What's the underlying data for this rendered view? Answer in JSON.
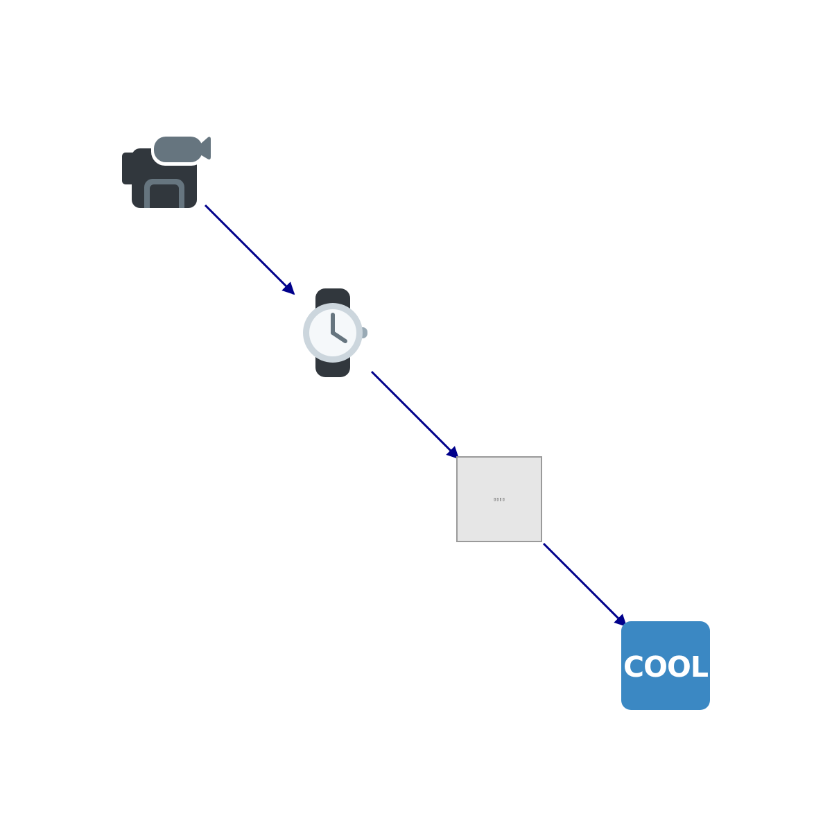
{
  "diagram": {
    "nodes": [
      {
        "id": "camera",
        "icon": "video-camera-icon"
      },
      {
        "id": "watch",
        "icon": "watch-icon"
      },
      {
        "id": "unknown",
        "icon": "missing-glyph-icon",
        "label": "▯▯▯▯"
      },
      {
        "id": "cool",
        "icon": "cool-button-icon",
        "label": "COOL"
      }
    ],
    "edges": [
      {
        "from": "camera",
        "to": "watch"
      },
      {
        "from": "watch",
        "to": "unknown"
      },
      {
        "from": "unknown",
        "to": "cool"
      }
    ],
    "colors": {
      "edge": "#00008b",
      "cool_bg": "#3b88c3",
      "camera_dark": "#31373d",
      "camera_light": "#66757f",
      "watch_face": "#ccd6dd",
      "watch_inner": "#f5f8fa"
    }
  }
}
